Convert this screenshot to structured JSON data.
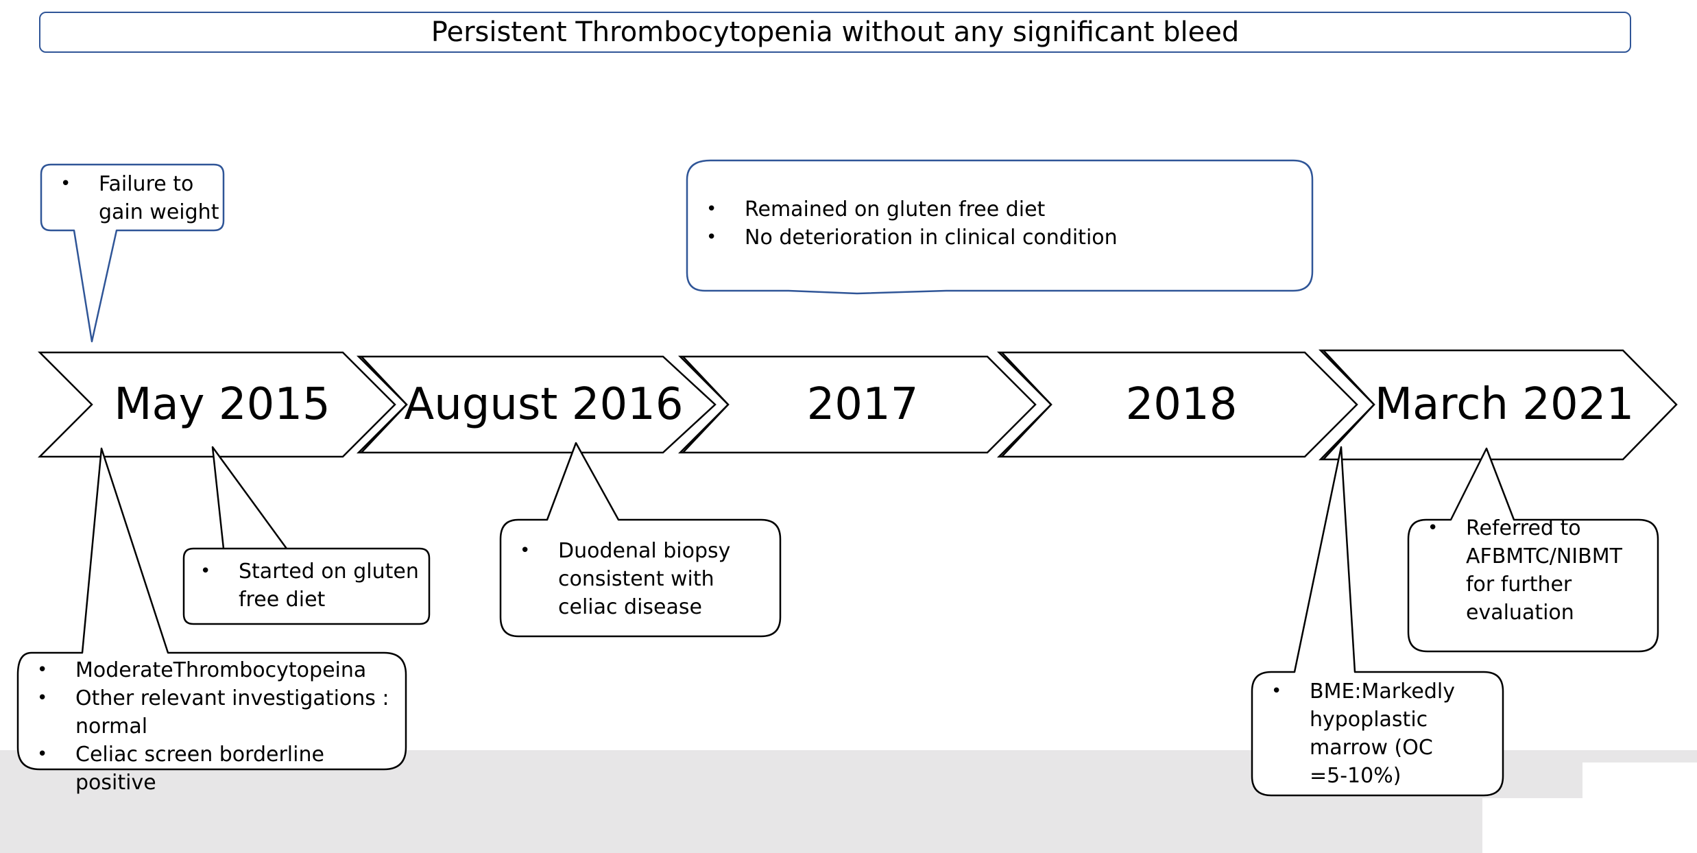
{
  "title": "Persistent Thrombocytopenia without any significant bleed",
  "milestones": [
    {
      "label": "May 2015"
    },
    {
      "label": "August 2016"
    },
    {
      "label": "2017"
    },
    {
      "label": "2018"
    },
    {
      "label": "March 2021"
    }
  ],
  "callouts": {
    "failure_weight": [
      "Failure to gain weight"
    ],
    "gluten_free_remained": [
      "Remained on gluten free diet",
      "No deterioration in clinical condition"
    ],
    "started_gluten": [
      "Started on gluten free diet"
    ],
    "investigations": [
      "ModerateThrombocytopeina",
      "Other relevant investigations : normal",
      "Celiac screen borderline positive"
    ],
    "duodenal_biopsy": [
      "Duodenal biopsy consistent with celiac disease"
    ],
    "bme": [
      "BME:Markedly hypoplastic marrow (OC =5-10%)"
    ],
    "referred": [
      "Referred to AFBMTC/NIBMT for further evaluation"
    ]
  },
  "colors": {
    "outline_blue": "#2f5597",
    "outline_black": "#000000",
    "background_band": "#e7e6e7"
  }
}
